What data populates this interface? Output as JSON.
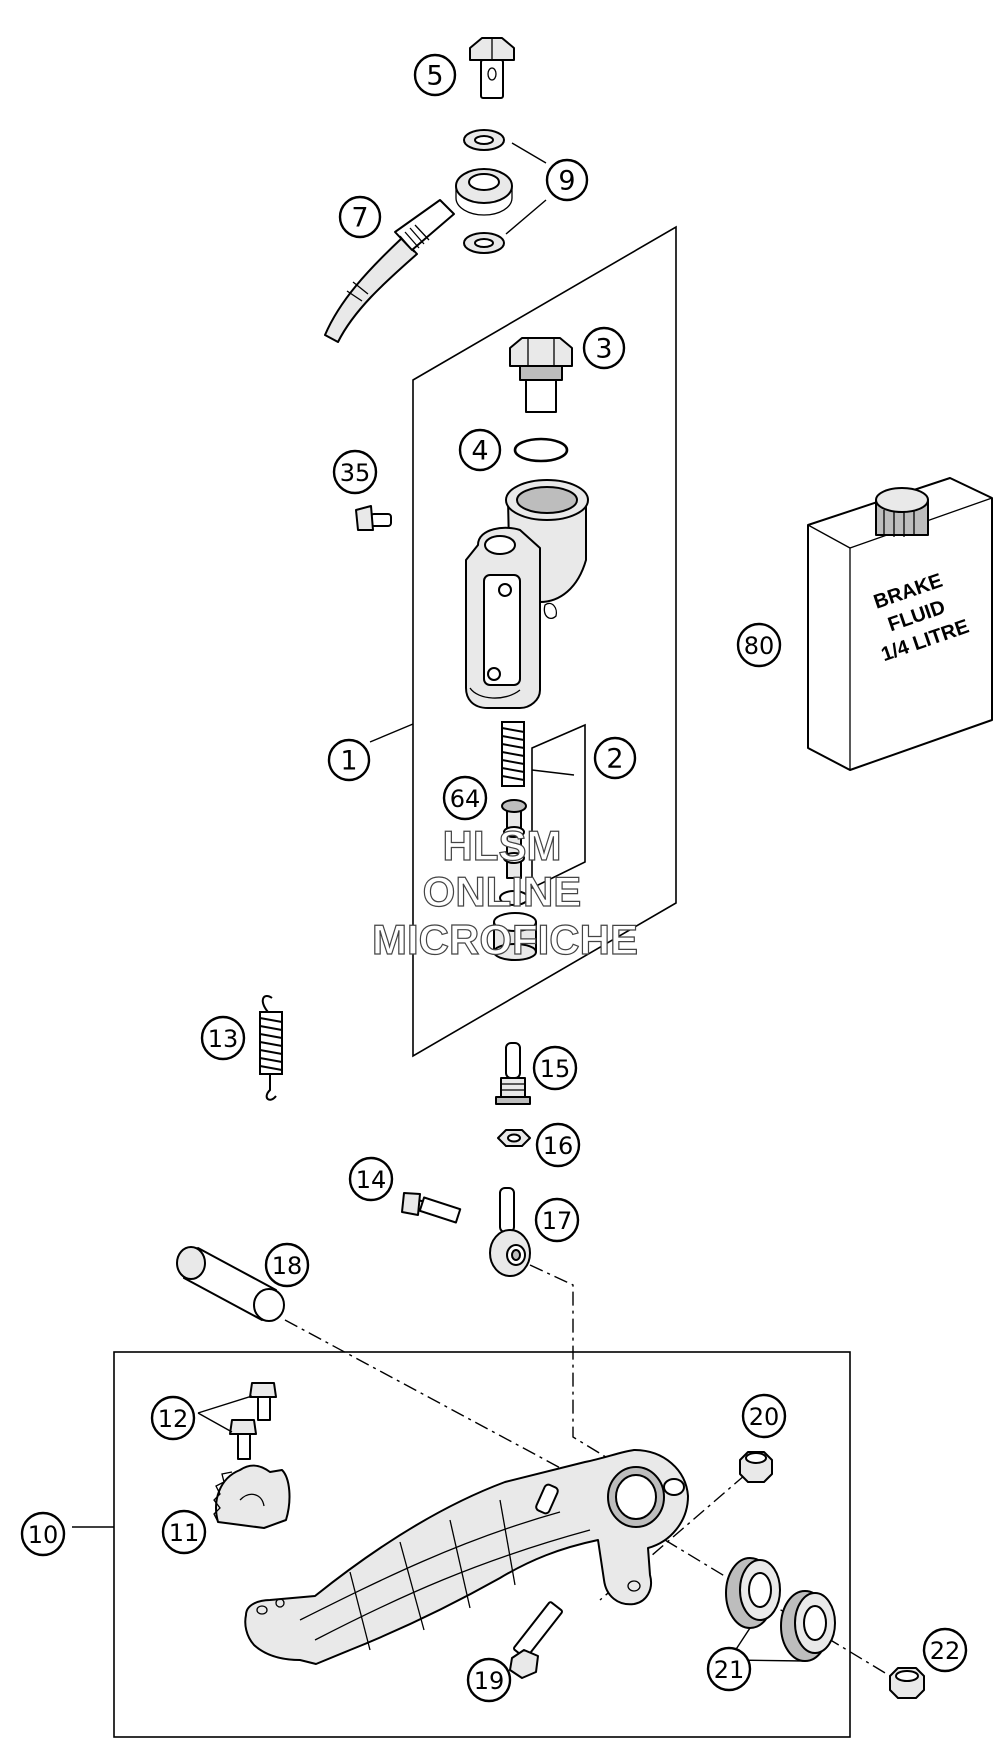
{
  "callouts": {
    "c1": "1",
    "c2": "2",
    "c3": "3",
    "c4": "4",
    "c5": "5",
    "c7": "7",
    "c9": "9",
    "c10": "10",
    "c11": "11",
    "c12": "12",
    "c13": "13",
    "c14": "14",
    "c15": "15",
    "c16": "16",
    "c17": "17",
    "c18": "18",
    "c19": "19",
    "c20": "20",
    "c21": "21",
    "c22": "22",
    "c35": "35",
    "c64": "64",
    "c80": "80"
  },
  "brake_fluid_can": {
    "line1": "BRAKE",
    "line2": "FLUID",
    "line3": "1/4 LITRE"
  },
  "watermark": {
    "line1": "HLSM",
    "line2": "ONLINE",
    "line3": "MICROFICHE"
  }
}
